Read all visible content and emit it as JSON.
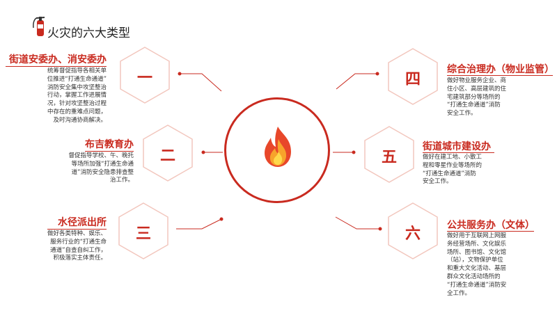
{
  "title": "火灾的六大类型",
  "icons": {
    "title_icon": "fire-extinguisher-icon",
    "center_icon": "flame-icon"
  },
  "colors": {
    "accent": "#c92a1f",
    "hex_stroke": "#f2c6bd"
  },
  "items": [
    {
      "num": "一",
      "heading": "街道安委办、消安委办",
      "desc": [
        "统筹督促指导各相关单",
        "位推进“打通生命通道”",
        "消防安全集中攻坚整治",
        "行动，掌握工作进展情",
        "况，针对攻坚整治过程",
        "中存在的重难点问题，",
        "及时沟通协商解决。"
      ]
    },
    {
      "num": "二",
      "heading": "布吉教育办",
      "desc": [
        "督促指导学校、午、晚托",
        "等场所加强“打通生命通",
        "道”消防安全隐患排查整",
        "治工作。"
      ]
    },
    {
      "num": "三",
      "heading": "水径派出所",
      "desc": [
        "做好各类特种、娱乐、",
        "服务行业的“打通生命",
        "通道”自查自纠工作，",
        "积极落实主体责任。"
      ]
    },
    {
      "num": "四",
      "heading": "综合治理办（物业监管）",
      "desc": [
        "做好物业服务企业、商",
        "住小区、高层建筑的住",
        "宅建筑部分等场所的",
        "“打通生命通道”消防",
        "安全工作。"
      ]
    },
    {
      "num": "五",
      "heading": "街道城市建设办",
      "desc": [
        "做好在建工地、小散工",
        "程和零星作业等场所的",
        "“打通生命通道”消防",
        "安全工作。"
      ]
    },
    {
      "num": "六",
      "heading": "公共服务办（文体）",
      "desc": [
        "做好用于互联网上网服",
        "务经营场所、文化娱乐",
        "场所、图书馆、文化馆",
        "（站），文物保护单位",
        "和重大文化活动、基层",
        "群众文化活动场所的",
        "“打通生命通道”消防安",
        "全工作。"
      ]
    }
  ]
}
